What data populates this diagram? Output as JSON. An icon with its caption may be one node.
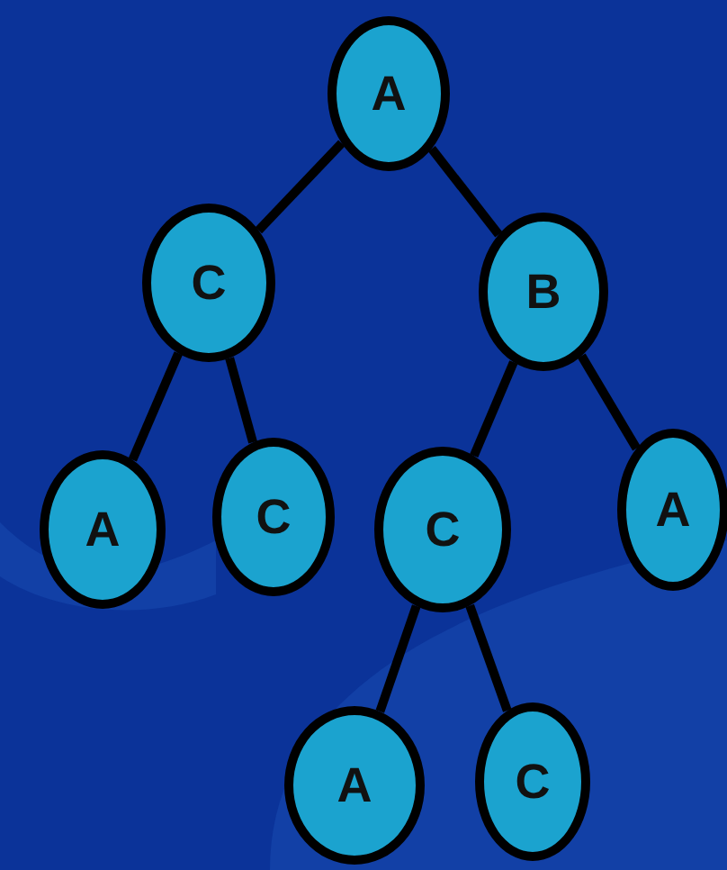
{
  "diagram": {
    "nodes": [
      {
        "text": [
          "A"
        ]
      },
      {
        "text": [
          "C"
        ]
      },
      {
        "text": [
          "B"
        ]
      },
      {
        "text": [
          "A"
        ]
      },
      {
        "text": [
          "C"
        ]
      },
      {
        "text": [
          "C"
        ]
      },
      {
        "text": [
          "A"
        ]
      },
      {
        "text": [
          "A"
        ]
      },
      {
        "text": [
          "C"
        ]
      }
    ],
    "edges": [
      {
        "from": 0,
        "to": 1,
        "arrow": "none"
      },
      {
        "from": 0,
        "to": 2,
        "arrow": "none"
      },
      {
        "from": 1,
        "to": 3,
        "arrow": "none"
      },
      {
        "from": 1,
        "to": 4,
        "arrow": "none"
      },
      {
        "from": 2,
        "to": 5,
        "arrow": "none"
      },
      {
        "from": 2,
        "to": 6,
        "arrow": "none"
      },
      {
        "from": 5,
        "to": 7,
        "arrow": "none"
      },
      {
        "from": 5,
        "to": 8,
        "arrow": "none"
      }
    ]
  }
}
